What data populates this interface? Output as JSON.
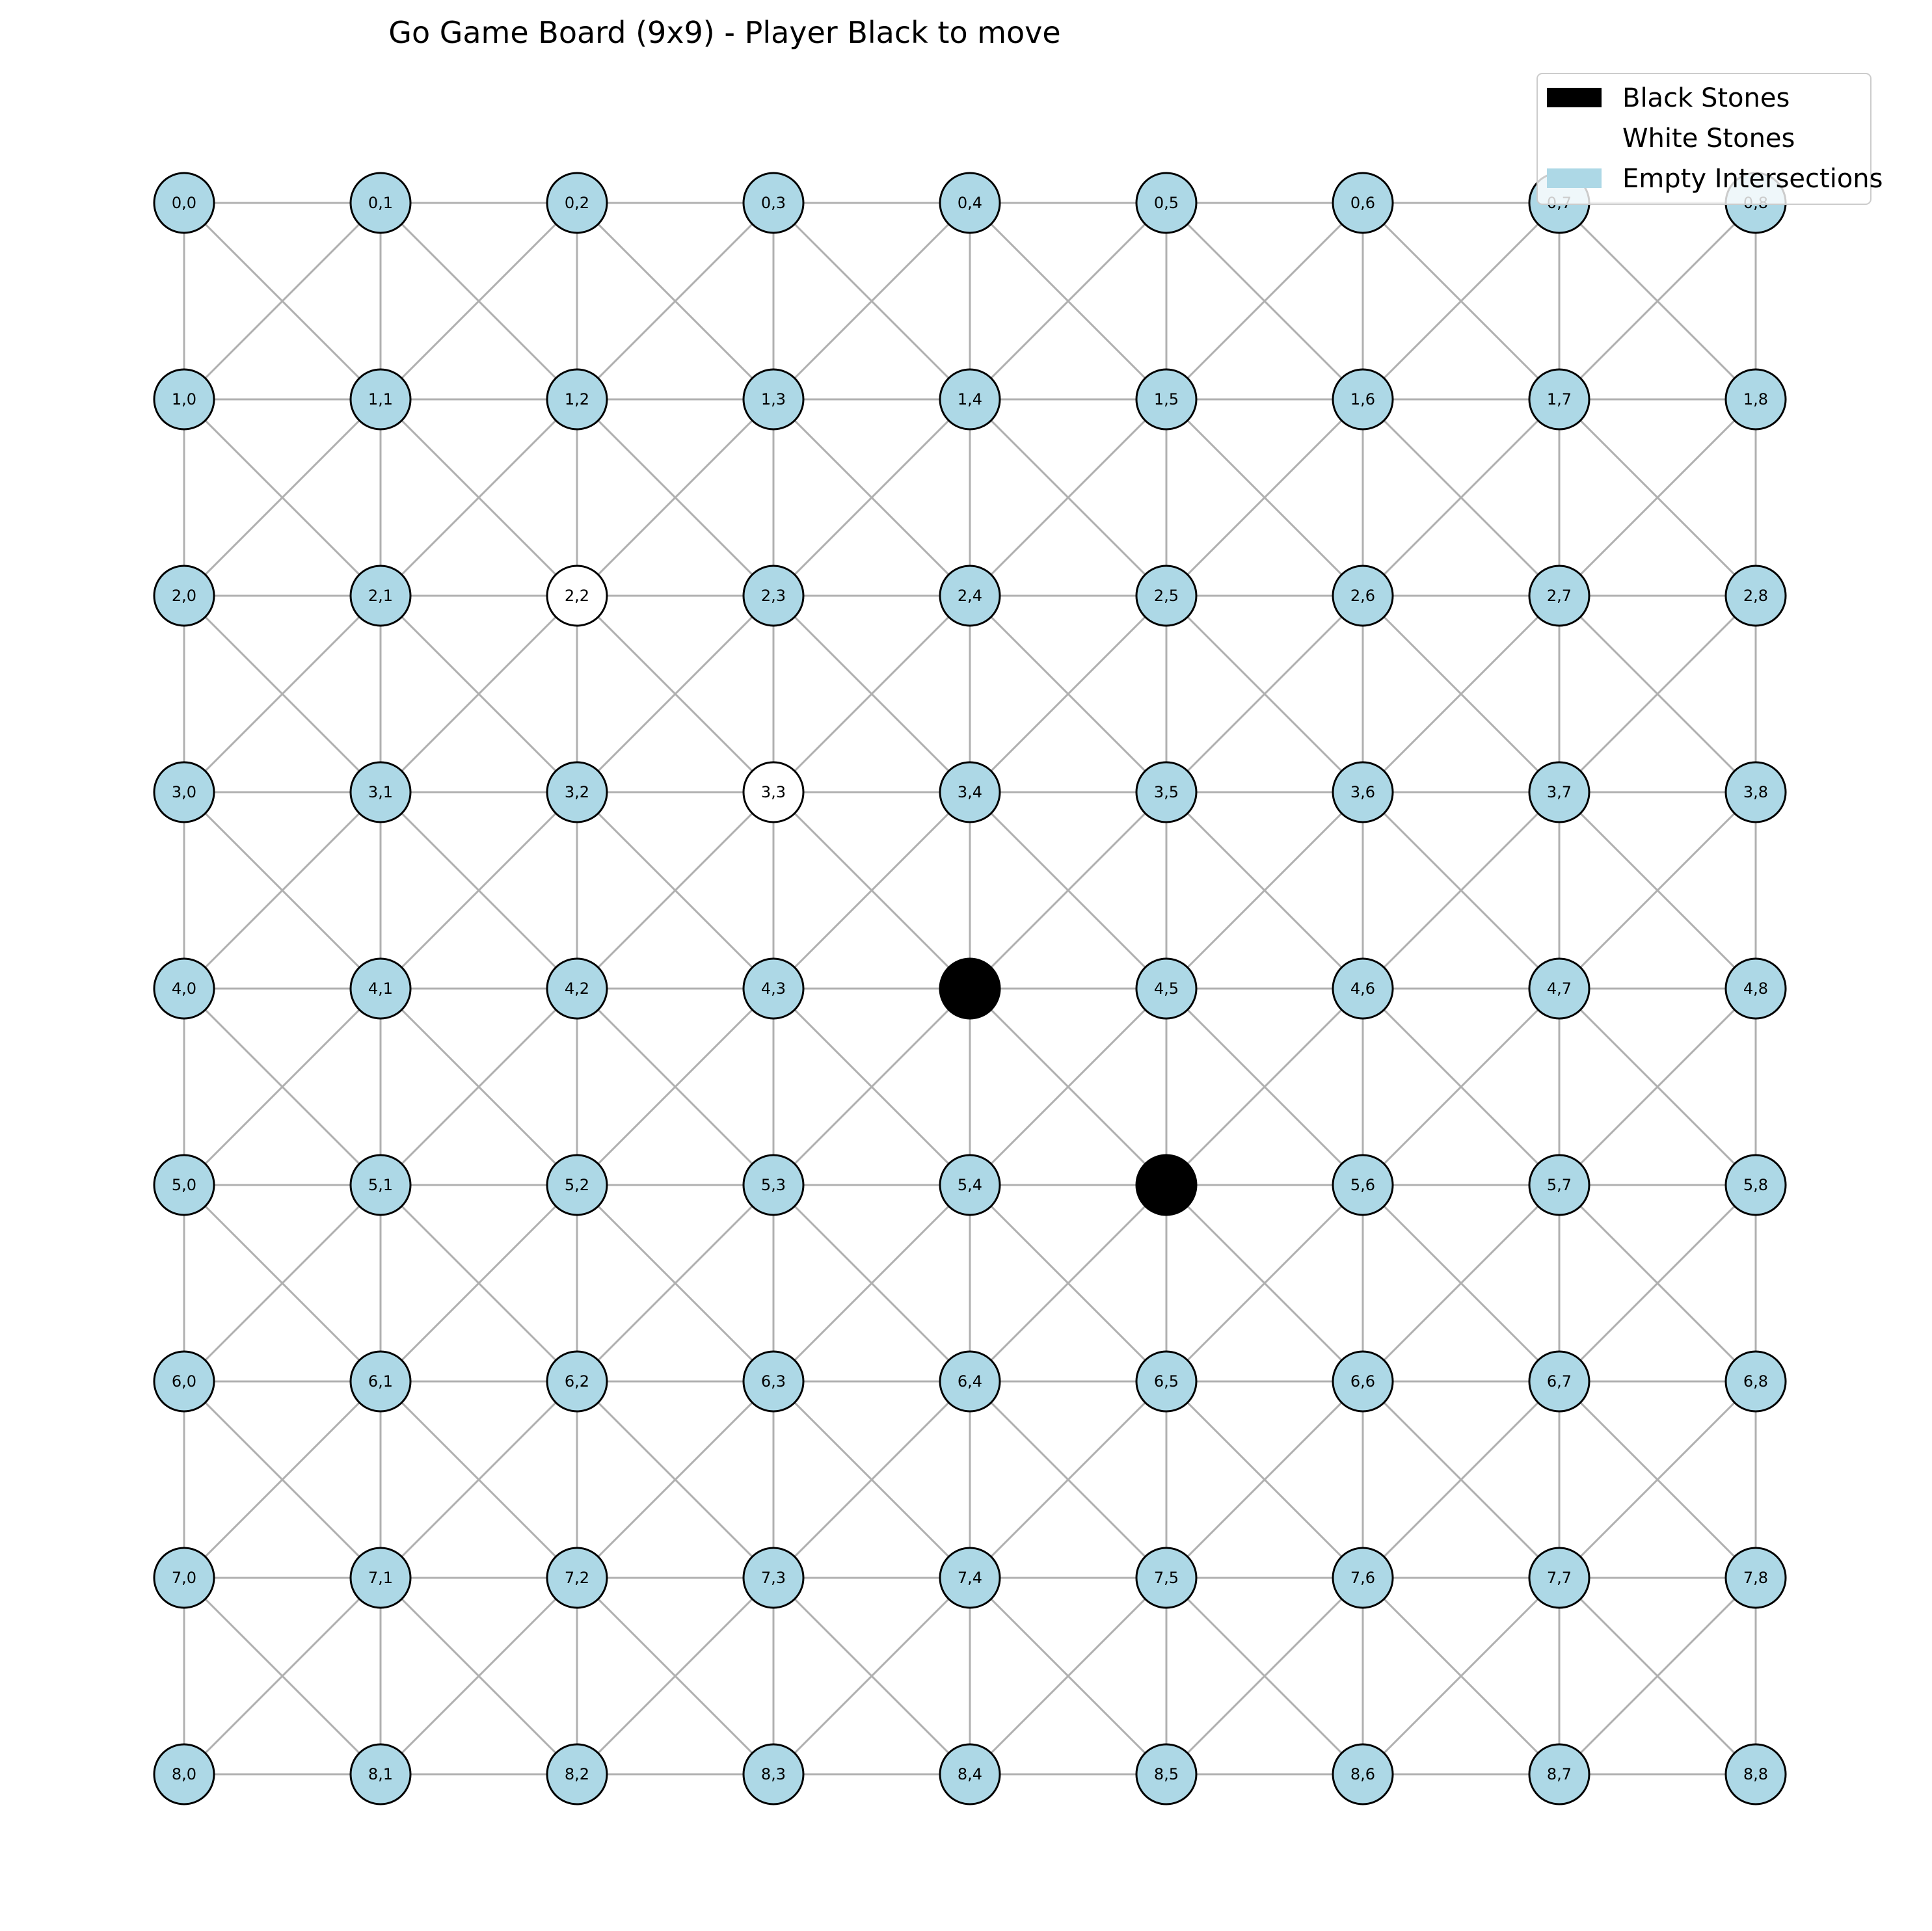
{
  "title": "Go Game Board (9x9) - Player Black to move",
  "board": {
    "size": 9,
    "black_stones": [
      [
        4,
        4
      ],
      [
        5,
        5
      ]
    ],
    "white_stones": [
      [
        2,
        2
      ],
      [
        3,
        3
      ]
    ],
    "connections": [
      "horizontal",
      "vertical",
      "diagonal"
    ]
  },
  "legend": {
    "placement": "top-right",
    "items": [
      {
        "label": "Black Stones",
        "state": "black"
      },
      {
        "label": "White Stones",
        "state": "white"
      },
      {
        "label": "Empty Intersections",
        "state": "empty"
      }
    ]
  },
  "colors": {
    "black_stone": "#000000",
    "white_stone": "#ffffff",
    "empty": "#add8e6",
    "edge": "#b0b0b0",
    "outline": "#000000",
    "legend_border": "#cccccc"
  }
}
